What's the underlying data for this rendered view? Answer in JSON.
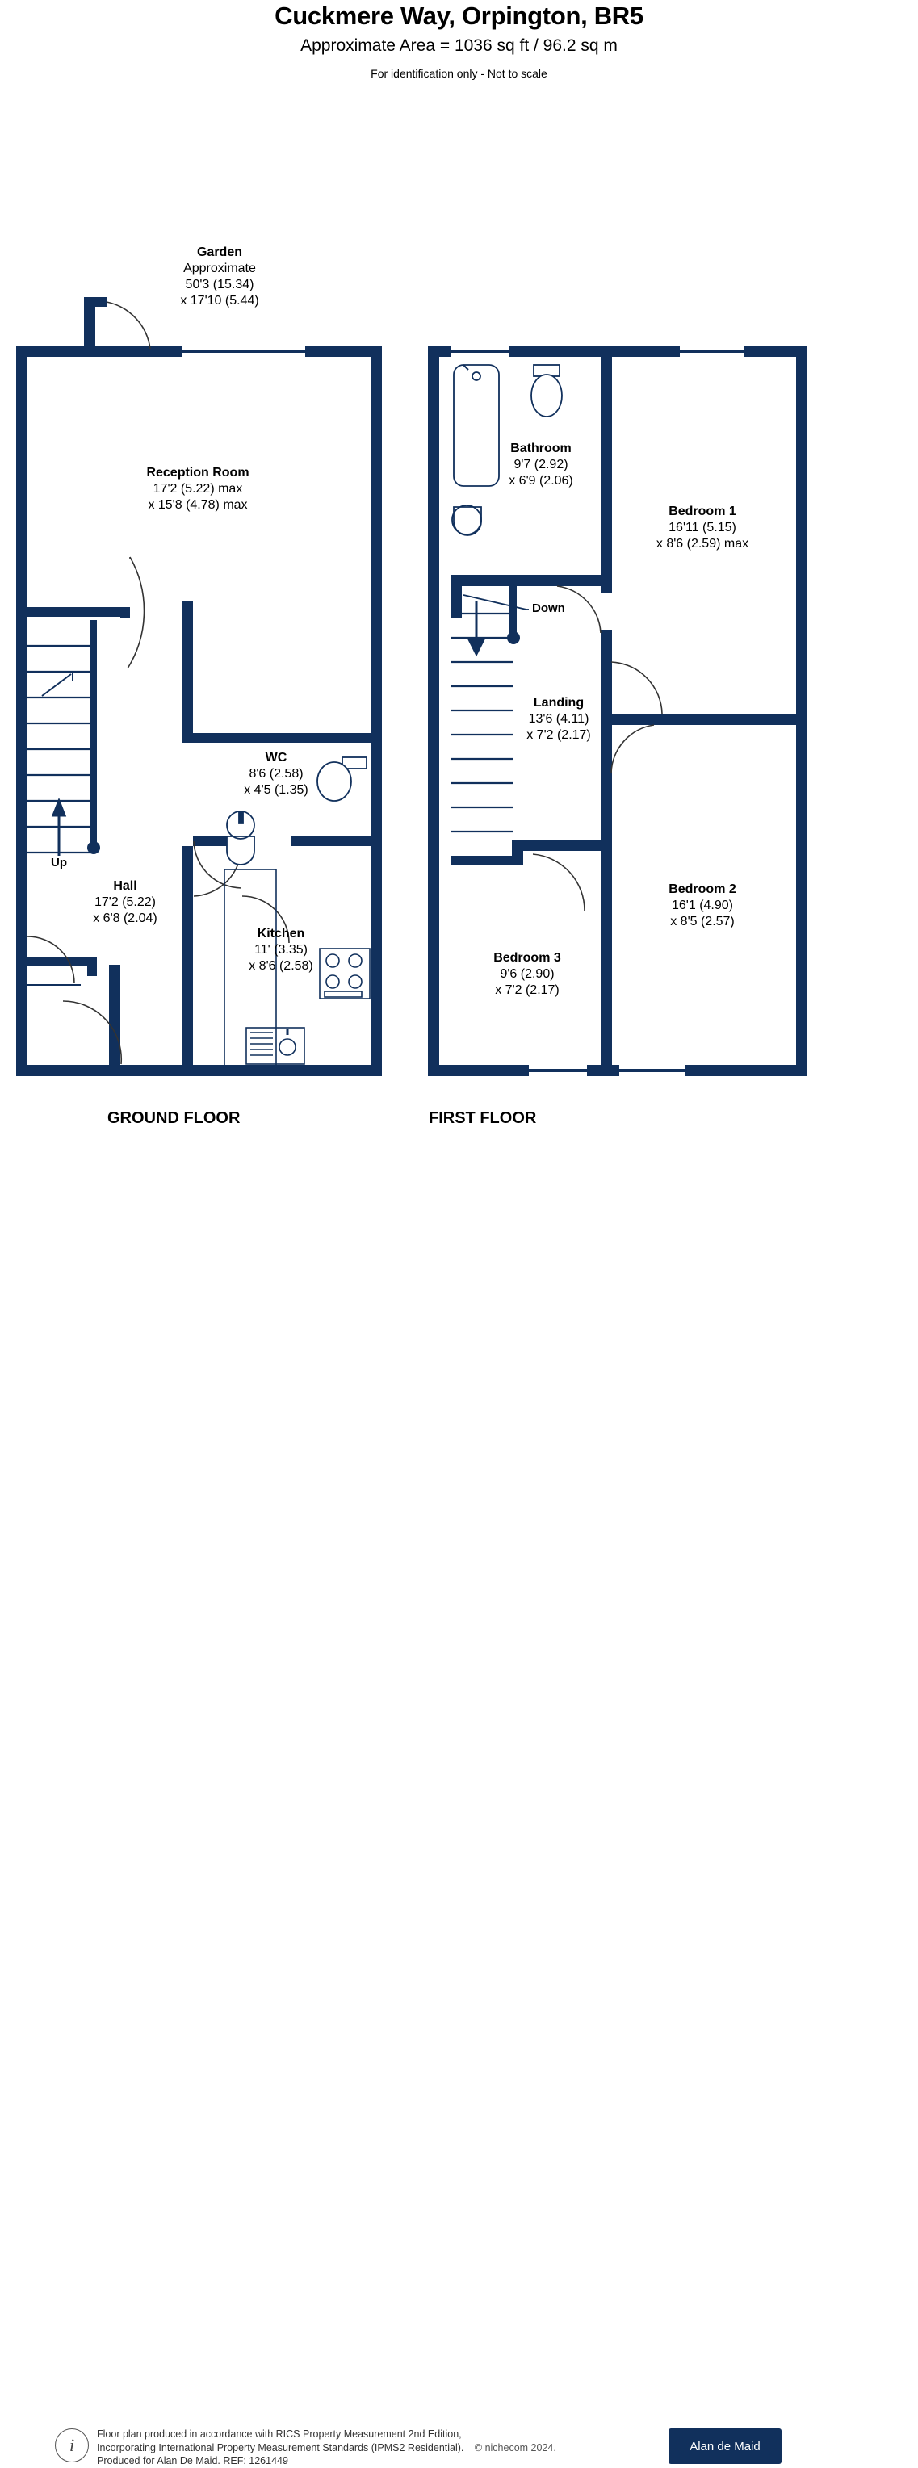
{
  "header": {
    "title": "Cuckmere Way, Orpington, BR5",
    "area": "Approximate Area = 1036 sq ft / 96.2 sq m",
    "disclaimer": "For identification only - Not to scale"
  },
  "colors": {
    "wall": "#11305c",
    "fixture": "#11305c",
    "badge_bg": "#11305c",
    "background": "#ffffff"
  },
  "floors": [
    {
      "name": "GROUND FLOOR",
      "rooms": [
        {
          "name": "Garden",
          "lines": [
            "Approximate",
            "50'3 (15.34)",
            "x 17'10 (5.44)"
          ]
        },
        {
          "name": "Reception Room",
          "lines": [
            "17'2 (5.22) max",
            "x 15'8 (4.78) max"
          ]
        },
        {
          "name": "WC",
          "lines": [
            "8'6 (2.58)",
            "x 4'5 (1.35)"
          ]
        },
        {
          "name": "Hall",
          "lines": [
            "17'2 (5.22)",
            "x 6'8 (2.04)"
          ]
        },
        {
          "name": "Kitchen",
          "lines": [
            "11' (3.35)",
            "x 8'6 (2.58)"
          ]
        }
      ],
      "stair_label": "Up"
    },
    {
      "name": "FIRST FLOOR",
      "rooms": [
        {
          "name": "Bathroom",
          "lines": [
            "9'7 (2.92)",
            "x 6'9 (2.06)"
          ]
        },
        {
          "name": "Bedroom 1",
          "lines": [
            "16'11 (5.15)",
            "x 8'6 (2.59) max"
          ]
        },
        {
          "name": "Landing",
          "lines": [
            "13'6 (4.11)",
            "x 7'2 (2.17)"
          ]
        },
        {
          "name": "Bedroom 2",
          "lines": [
            "16'1 (4.90)",
            "x 8'5 (2.57)"
          ]
        },
        {
          "name": "Bedroom 3",
          "lines": [
            "9'6 (2.90)",
            "x 7'2 (2.17)"
          ]
        }
      ],
      "stair_label": "Down"
    }
  ],
  "footer": {
    "line1": "Floor plan produced in accordance with RICS Property Measurement 2nd Edition,",
    "line2": "Incorporating International Property Measurement Standards (IPMS2 Residential).",
    "copyright": "© nichecom 2024.",
    "line3": "Produced for Alan De Maid.   REF: 1261449",
    "brand": "Alan de Maid",
    "info_icon": "i"
  }
}
